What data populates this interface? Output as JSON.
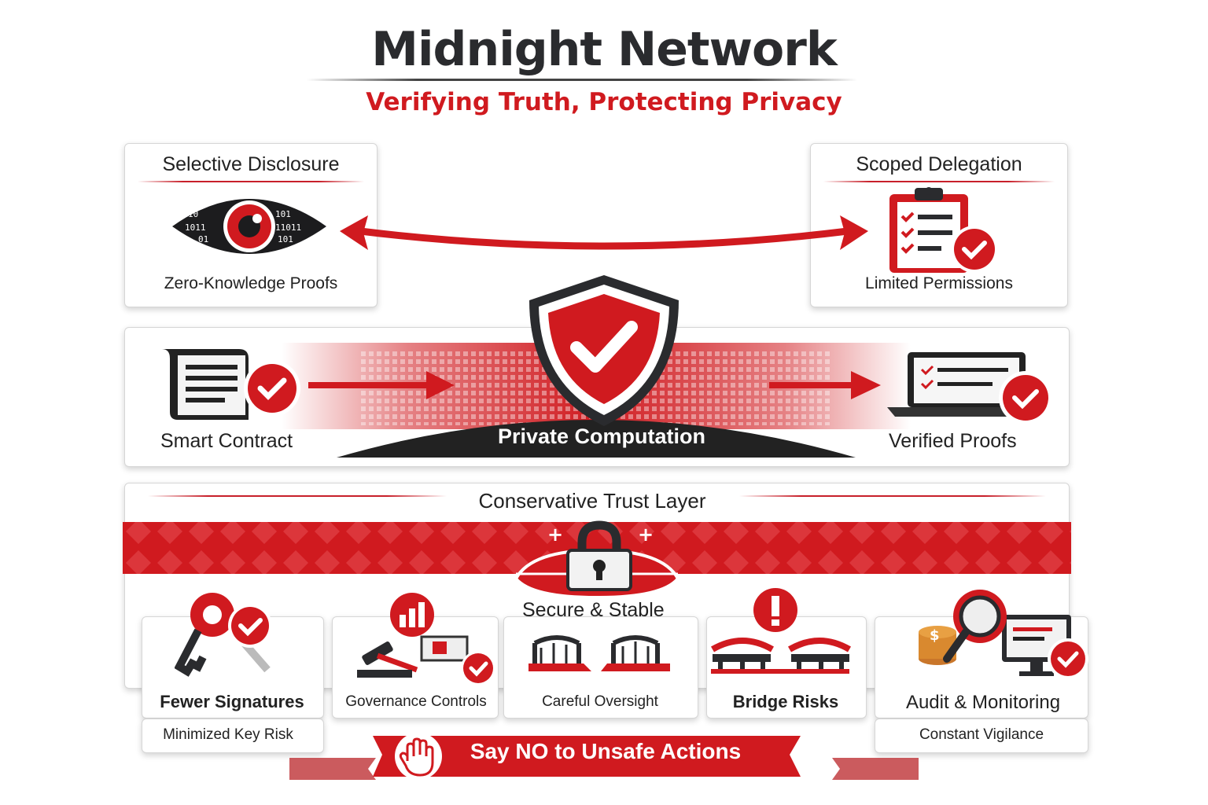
{
  "header": {
    "title": "Midnight Network",
    "subtitle": "Verifying Truth, Protecting Privacy"
  },
  "top_left": {
    "title": "Selective Disclosure",
    "caption": "Zero-Knowledge Proofs",
    "binary_left": [
      "10",
      "1011",
      "01"
    ],
    "binary_right": [
      "101",
      "11011",
      "101"
    ],
    "icon": "eye-binary-icon"
  },
  "top_right": {
    "title": "Scoped Delegation",
    "caption": "Limited Permissions",
    "icon": "clipboard-check-icon"
  },
  "middle": {
    "left_label": "Smart Contract",
    "center_label": "Private Computation",
    "right_label": "Verified Proofs",
    "icons": [
      "document-check-icon",
      "shield-check-icon",
      "laptop-check-icon"
    ]
  },
  "trust_layer": {
    "title": "Conservative Trust Layer",
    "center_label": "Secure & Stable",
    "icon": "padlock-icon",
    "items": [
      {
        "label": "Fewer Signatures",
        "sub": "Minimized Key Risk",
        "icon": "keys-check-icon"
      },
      {
        "label": "Governance Controls",
        "sub": "",
        "icon": "gavel-chart-icon"
      },
      {
        "label": "Careful Oversight",
        "sub": "",
        "icon": "broken-bridge-icon"
      },
      {
        "label": "Bridge Risks",
        "sub": "",
        "icon": "bridge-warning-icon"
      },
      {
        "label": "Audit & Monitoring",
        "sub": "Constant Vigilance",
        "icon": "magnifier-monitor-icon"
      }
    ],
    "banner": "Say NO to Unsafe Actions",
    "banner_icon": "stop-hand-icon"
  },
  "colors": {
    "accent": "#d01a1f",
    "dark": "#2a2b2e",
    "card_border": "#d6d6d6"
  }
}
